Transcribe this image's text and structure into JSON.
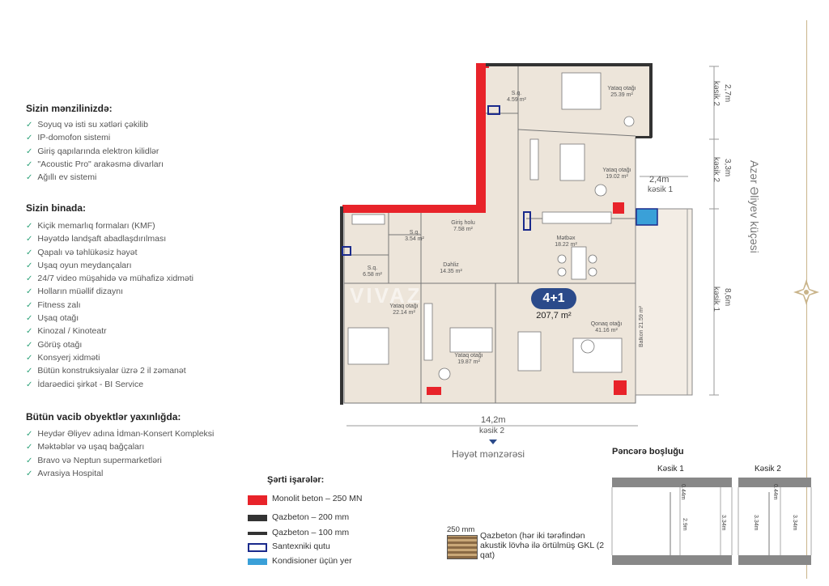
{
  "sections": {
    "apartment": {
      "title": "Sizin mənzilinizdə:",
      "items": [
        "Soyuq və isti su xətləri çəkilib",
        "IP-domofon sistemi",
        "Giriş qapılarında elektron kilidlər",
        "\"Acoustic Pro\" arakəsmə divarları",
        "Ağıllı ev sistemi"
      ]
    },
    "building": {
      "title": "Sizin binada:",
      "items": [
        "Kiçik memarlıq formaları (KMF)",
        "Həyətdə landşaft abadlaşdırılması",
        "Qapalı və təhlükəsiz həyət",
        "Uşaq oyun meydançaları",
        "24/7 video müşahidə və mühafizə xidməti",
        "Holların müəllif dizaynı",
        "Fitness zalı",
        "Uşaq otağı",
        "Kinozal / Kinoteatr",
        "Görüş otağı",
        "Konsyerj xidməti",
        "Bütün konstruksiyalar üzrə 2 il zəmanət",
        "İdarəedici şirkət - BI Service"
      ]
    },
    "nearby": {
      "title": "Bütün vacib obyektlər yaxınlığda:",
      "items": [
        "Heydər Əliyev adına İdman-Konsert Kompleksi",
        "Məktəblər və uşaq bağçaları",
        "Bravo və Neptun supermarketləri",
        "Avrasiya Hospital"
      ]
    }
  },
  "plan": {
    "unit_type": "4+1",
    "area": "207,7 m²",
    "rooms": {
      "su1": {
        "name": "S.q.",
        "area": "4.59 m²"
      },
      "bed1": {
        "name": "Yataq otağı",
        "area": "25.39 m²"
      },
      "bed2": {
        "name": "Yataq otağı",
        "area": "19.02 m²"
      },
      "hall": {
        "name": "Giriş holu",
        "area": "7.58 m²"
      },
      "su2": {
        "name": "S.q.",
        "area": "3.54 m²"
      },
      "su3": {
        "name": "S.q.",
        "area": "6.58 m²"
      },
      "corridor": {
        "name": "Dəhliz",
        "area": "14.35 m²"
      },
      "kitchen": {
        "name": "Mətbəx",
        "area": "18.22 m²"
      },
      "bed3": {
        "name": "Yataq otağı",
        "area": "22.14 m²"
      },
      "bed4": {
        "name": "Yataq otağı",
        "area": "19.87 m²"
      },
      "living": {
        "name": "Qonaq otağı",
        "area": "41.16 m²"
      },
      "balcony": {
        "name": "Balkon",
        "area": "21.59 m²"
      }
    },
    "watermark": "VIVAZ"
  },
  "dimensions": {
    "d1": {
      "value": "2,7m",
      "label": "kəsik 2"
    },
    "d2": {
      "value": "3,3m",
      "label": "kəsik 2"
    },
    "d3": {
      "value": "8,6m",
      "label": "kəsik 1"
    },
    "d4": {
      "value": "2,4m",
      "label": "kəsik 1"
    },
    "bottom": {
      "value": "14,2m",
      "label": "kəsik 2"
    }
  },
  "street": "Azər Əliyev küçəsi",
  "courtyard_view": "Həyət mənzərəsi",
  "legend": {
    "title": "Şərti işarələr:",
    "items": [
      {
        "label": "Monolit beton – 250 MN",
        "color": "#e8232a"
      },
      {
        "label": "Qazbeton – 200 mm",
        "color": "#333333"
      },
      {
        "label": "Qazbeton – 100 mm",
        "color": "#333333"
      },
      {
        "label": "Santexniki qutu",
        "color": "#1a2a8c"
      },
      {
        "label": "Kondisioner üçün yer",
        "color": "#3aa0d8"
      }
    ],
    "wall_note": {
      "thickness": "250 mm",
      "text": "Qazbeton (hər iki tərəfindən akustik lövhə ilə örtülmüş GKL (2 qat)"
    }
  },
  "window": {
    "title": "Pəncərə boşluğu",
    "sec1": {
      "title": "Kəsik 1",
      "a": "0.44m",
      "b": "2.9m",
      "c": "3.34m"
    },
    "sec2": {
      "title": "Kəsik 2",
      "a": "0.44m",
      "b": "3.34m",
      "c": "3.34m"
    }
  },
  "colors": {
    "floor": "#ede5da",
    "concrete": "#e8232a",
    "check": "#2fa37a",
    "badge": "#2b4a8a"
  }
}
